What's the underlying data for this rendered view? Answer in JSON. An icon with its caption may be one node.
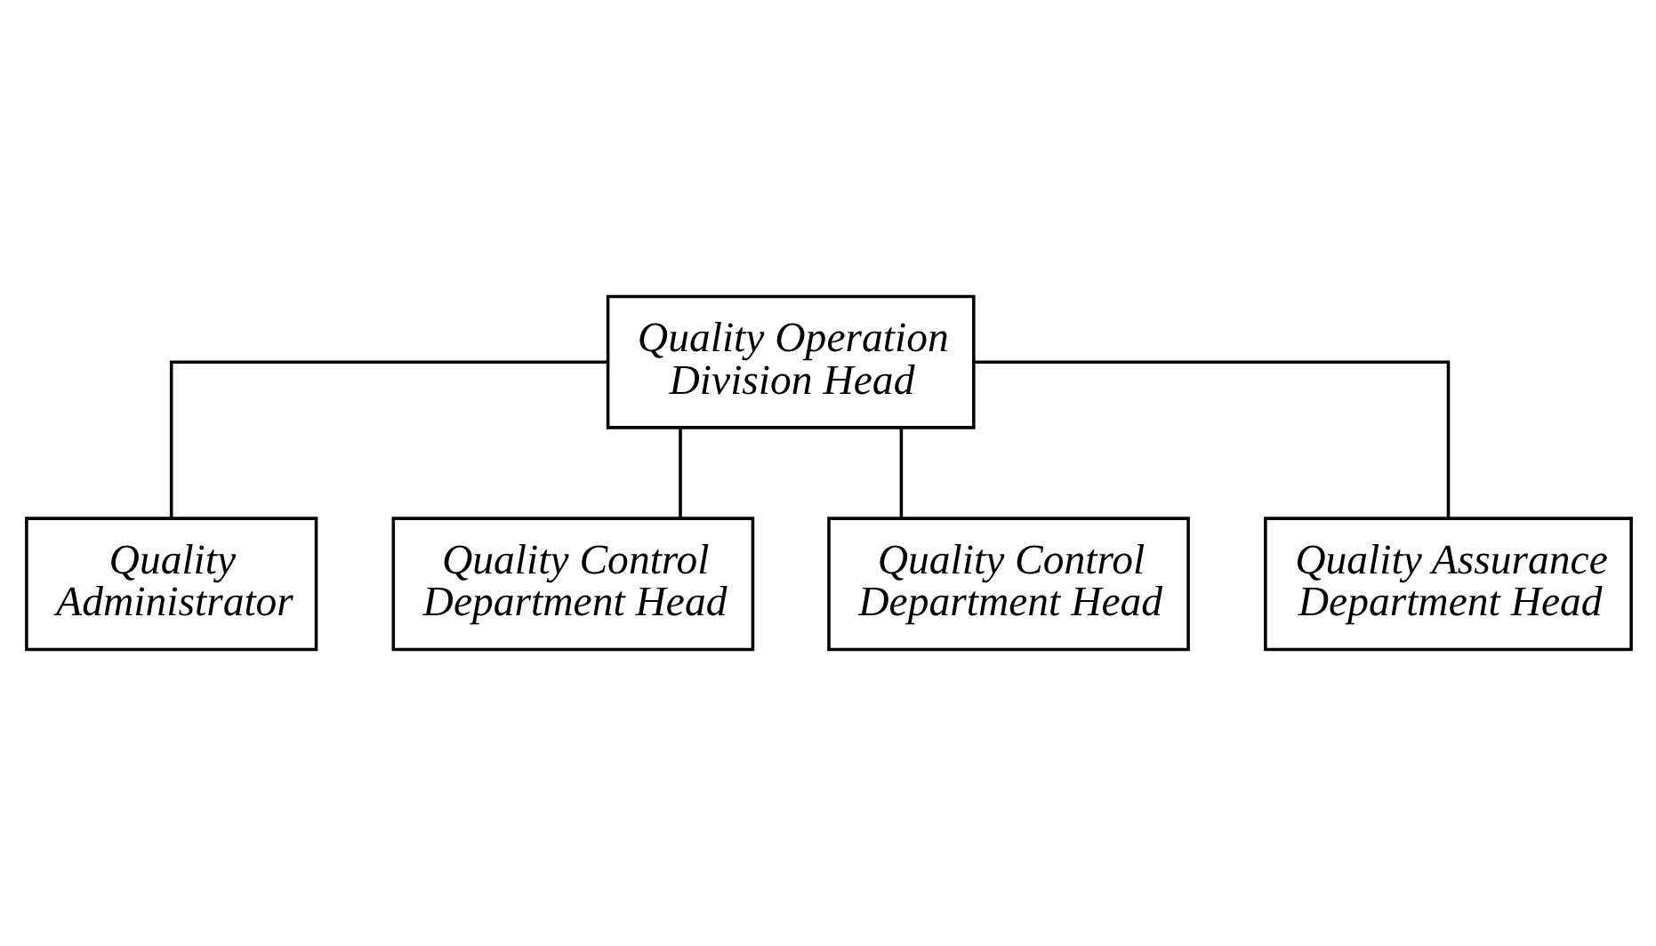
{
  "diagram": {
    "nodes": [
      {
        "text": [
          "Quality Operation Division Head"
        ]
      },
      {
        "text": [
          "Quality Administrator"
        ]
      },
      {
        "text": [
          "Quality Control Department Head"
        ]
      },
      {
        "text": [
          "Quality Control Department Head"
        ]
      },
      {
        "text": [
          "Quality Assurance Department Head"
        ]
      }
    ],
    "edges": [
      {
        "from": 0,
        "to": 1,
        "arrow": "none"
      },
      {
        "from": 0,
        "to": 2,
        "arrow": "none"
      },
      {
        "from": 0,
        "to": 3,
        "arrow": "none"
      },
      {
        "from": 0,
        "to": 4,
        "arrow": "none"
      }
    ]
  }
}
